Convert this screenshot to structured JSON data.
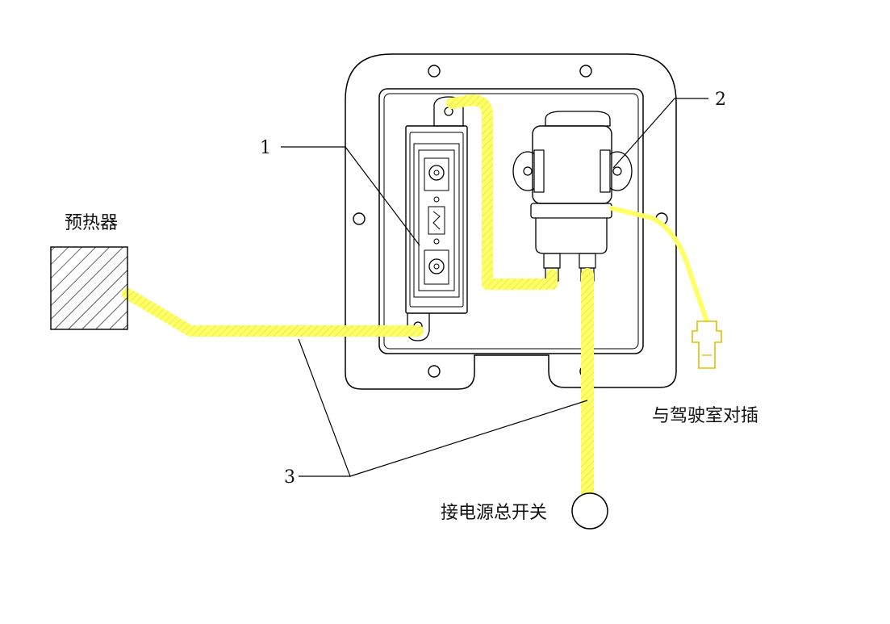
{
  "labels": {
    "part1": "1",
    "part2": "2",
    "part3": "3",
    "preheater": "预热器",
    "cab_plug": "与驾驶室对插",
    "main_switch": "接电源总开关"
  },
  "colors": {
    "line": "#000000",
    "cable": "#ffff66",
    "cable_hatch": "#d6d63a",
    "hatch": "#000000",
    "background": "#ffffff"
  }
}
